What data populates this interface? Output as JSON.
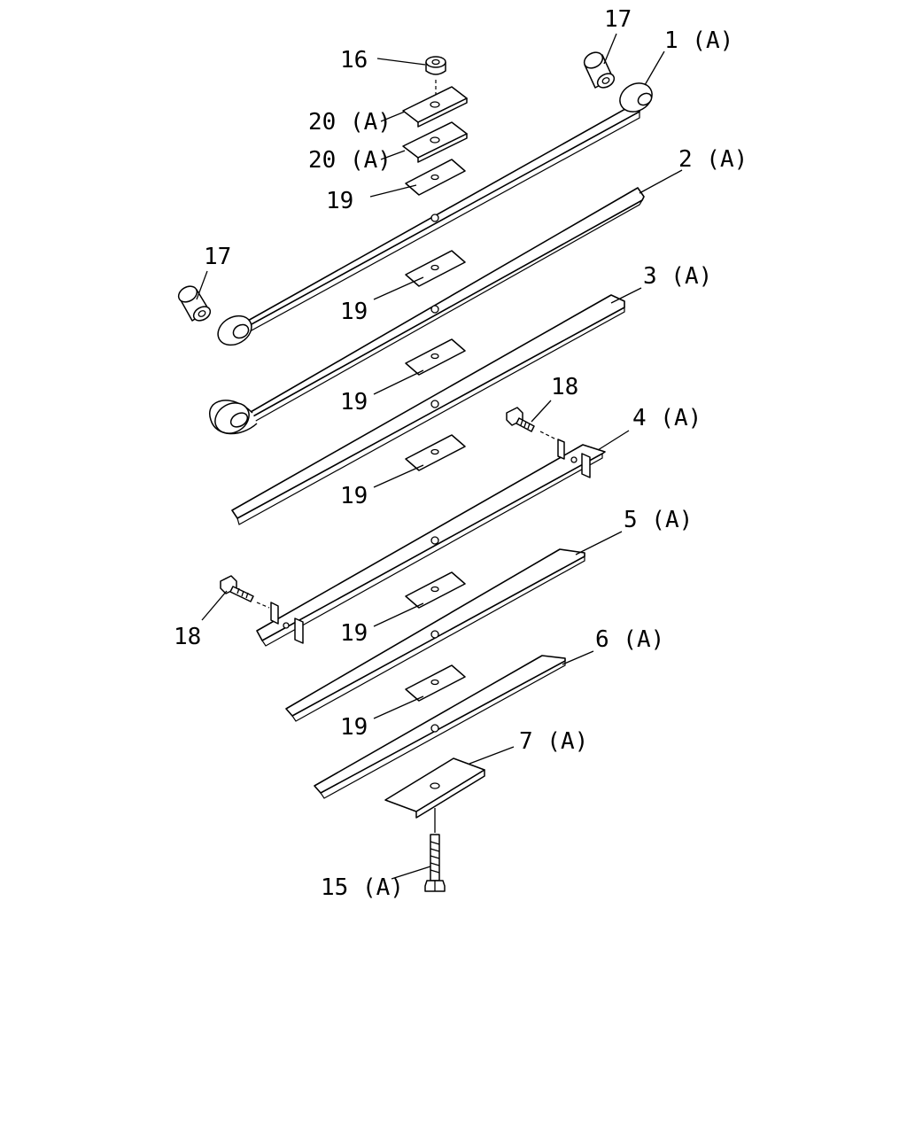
{
  "diagram": {
    "callouts": [
      {
        "id": "c17a",
        "text": "17"
      },
      {
        "id": "c1",
        "text": "1 (A)"
      },
      {
        "id": "c16",
        "text": "16"
      },
      {
        "id": "c20a",
        "text": "20 (A)"
      },
      {
        "id": "c20b",
        "text": "20 (A)"
      },
      {
        "id": "c19a",
        "text": "19"
      },
      {
        "id": "c2",
        "text": "2 (A)"
      },
      {
        "id": "c17b",
        "text": "17"
      },
      {
        "id": "c19b",
        "text": "19"
      },
      {
        "id": "c3",
        "text": "3 (A)"
      },
      {
        "id": "c18a",
        "text": "18"
      },
      {
        "id": "c19c",
        "text": "19"
      },
      {
        "id": "c4",
        "text": "4 (A)"
      },
      {
        "id": "c19d",
        "text": "19"
      },
      {
        "id": "c5",
        "text": "5 (A)"
      },
      {
        "id": "c18b",
        "text": "18"
      },
      {
        "id": "c19e",
        "text": "19"
      },
      {
        "id": "c6",
        "text": "6 (A)"
      },
      {
        "id": "c19f",
        "text": "19"
      },
      {
        "id": "c7",
        "text": "7 (A)"
      },
      {
        "id": "c15",
        "text": "15 (A)"
      }
    ]
  }
}
